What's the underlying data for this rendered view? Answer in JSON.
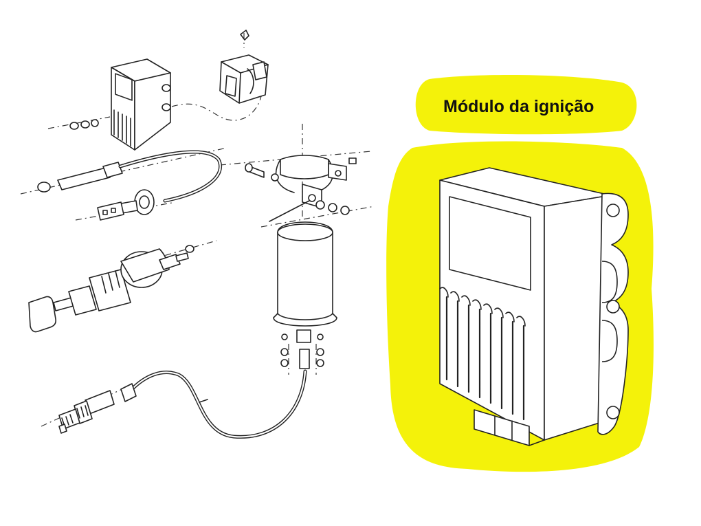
{
  "callout": {
    "label": "Módulo da ignição",
    "highlight_color": "#f4f20a"
  },
  "components": [
    {
      "name": "ignition-module-small",
      "icon": "ignition-module-icon"
    },
    {
      "name": "distributor-sensor",
      "icon": "distributor-icon"
    },
    {
      "name": "sensor-cable",
      "icon": "cable-connector-icon"
    },
    {
      "name": "ignition-switch-with-key",
      "icon": "key-icon"
    },
    {
      "name": "ignition-coil-with-bracket",
      "icon": "coil-icon"
    },
    {
      "name": "spark-plug-with-lead",
      "icon": "spark-plug-icon"
    },
    {
      "name": "ignition-module-enlarged",
      "icon": "ignition-module-icon"
    }
  ]
}
